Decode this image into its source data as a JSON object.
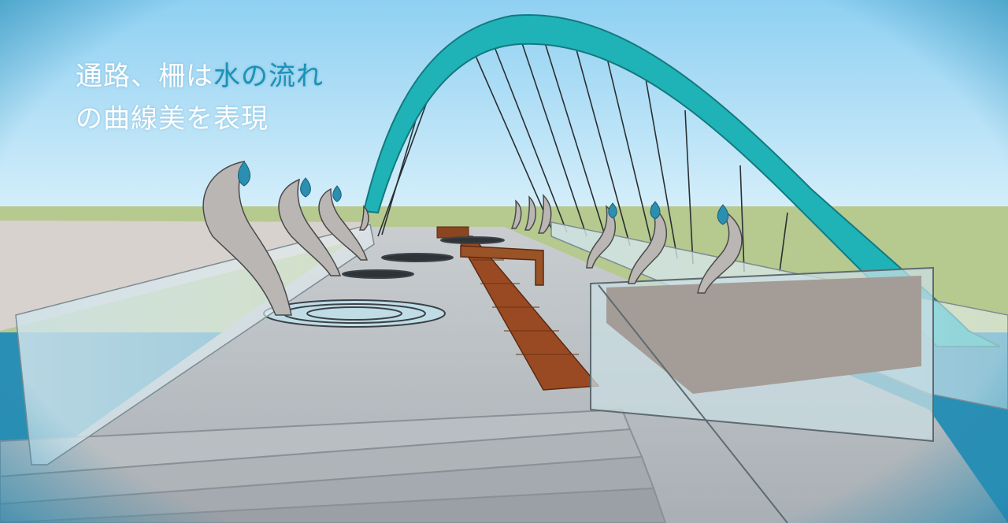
{
  "caption": {
    "line1_prefix": "通路、柵は",
    "line1_highlight": "水の流れ",
    "line2": "の曲線美を表現"
  },
  "colors": {
    "highlight_text": "#1a93b8",
    "arch": "#1fb3b8",
    "frame": "#2a8fb4",
    "deck": "#bfc4c8",
    "boardwalk": "#9a4a22"
  }
}
